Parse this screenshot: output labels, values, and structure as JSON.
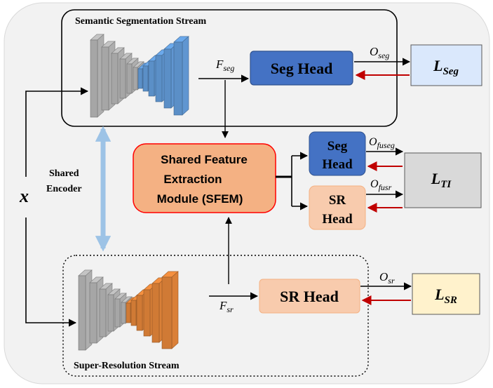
{
  "streams": {
    "seg_title": "Semantic Segmentation Stream",
    "sr_title": "Super-Resolution Stream"
  },
  "shared_encoder": {
    "line1": "Shared",
    "line2": "Encoder"
  },
  "input": {
    "label": "x"
  },
  "features": {
    "seg_base": "F",
    "seg_sub": "seg",
    "sr_base": "F",
    "sr_sub": "sr"
  },
  "heads": {
    "seg_head": "Seg Head",
    "sr_head": "SR Head",
    "fuse_seg_line1": "Seg",
    "fuse_seg_line2": "Head",
    "fuse_sr_line1": "SR",
    "fuse_sr_line2": "Head"
  },
  "sfem": {
    "line1": "Shared Feature",
    "line2": "Extraction",
    "line3": "Module (SFEM)"
  },
  "outputs": {
    "seg_base": "O",
    "seg_sub": "seg",
    "fuseg_base": "O",
    "fuseg_sub": "fuseg",
    "fusr_base": "O",
    "fusr_sub": "fusr",
    "sr_base": "O",
    "sr_sub": "sr"
  },
  "losses": {
    "seg_base": "L",
    "seg_sub": "Seg",
    "ti_base": "L",
    "ti_sub": "TI",
    "sr_base": "L",
    "sr_sub": "SR"
  },
  "colors": {
    "background": "#f2f2f2",
    "seg_head": "#4472c4",
    "sr_head": "#f8cbad",
    "sfem": "#f4b183",
    "seg_loss": "#dae8fc",
    "ti_loss": "#d9d9d9",
    "sr_loss": "#fff2cc",
    "encoder_gray": "#a6a6a6",
    "encoder_blue": "#5b8fc7",
    "encoder_orange": "#d07a35",
    "shared_arrow": "#9dc3e6",
    "return_arrow": "#c00000"
  }
}
